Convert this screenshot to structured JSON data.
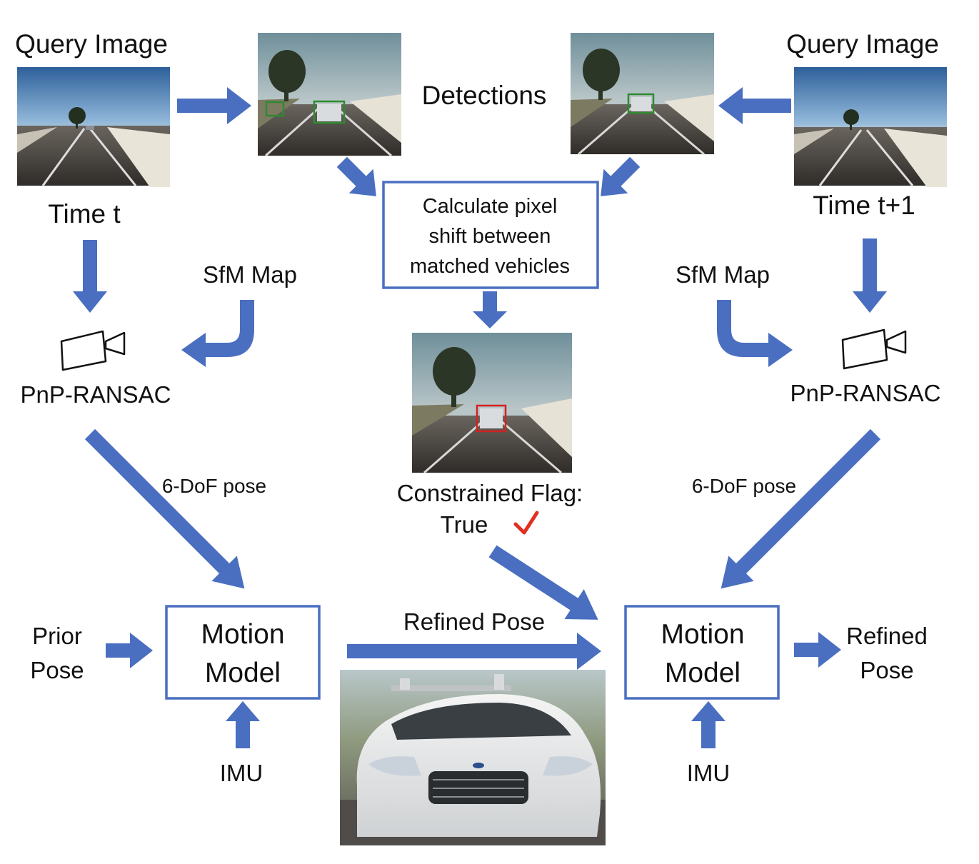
{
  "left": {
    "query_image": "Query Image",
    "time": "Time t",
    "sfm_map": "SfM Map",
    "pnp": "PnP-RANSAC",
    "pose_label": "6-DoF pose",
    "prior_pose_line1": "Prior",
    "prior_pose_line2": "Pose",
    "motion_line1": "Motion",
    "motion_line2": "Model",
    "imu": "IMU"
  },
  "center": {
    "detections": "Detections",
    "calc_line1": "Calculate pixel",
    "calc_line2": "shift between",
    "calc_line3": "matched vehicles",
    "flag_line1": "Constrained Flag:",
    "flag_line2": "True",
    "refined_pose": "Refined Pose"
  },
  "right": {
    "query_image": "Query Image",
    "time": "Time t+1",
    "sfm_map": "SfM Map",
    "pnp": "PnP-RANSAC",
    "pose_label": "6-DoF pose",
    "motion_line1": "Motion",
    "motion_line2": "Model",
    "imu": "IMU",
    "refined_line1": "Refined",
    "refined_line2": "Pose"
  },
  "colors": {
    "arrow": "#4a6fc1",
    "box_border": "#4a6fc1",
    "detection_green": "#2f8a2f",
    "detection_red": "#d42020",
    "check_red": "#e03020"
  },
  "icons": {
    "camera": "video-camera-icon",
    "check": "checkmark-icon"
  }
}
